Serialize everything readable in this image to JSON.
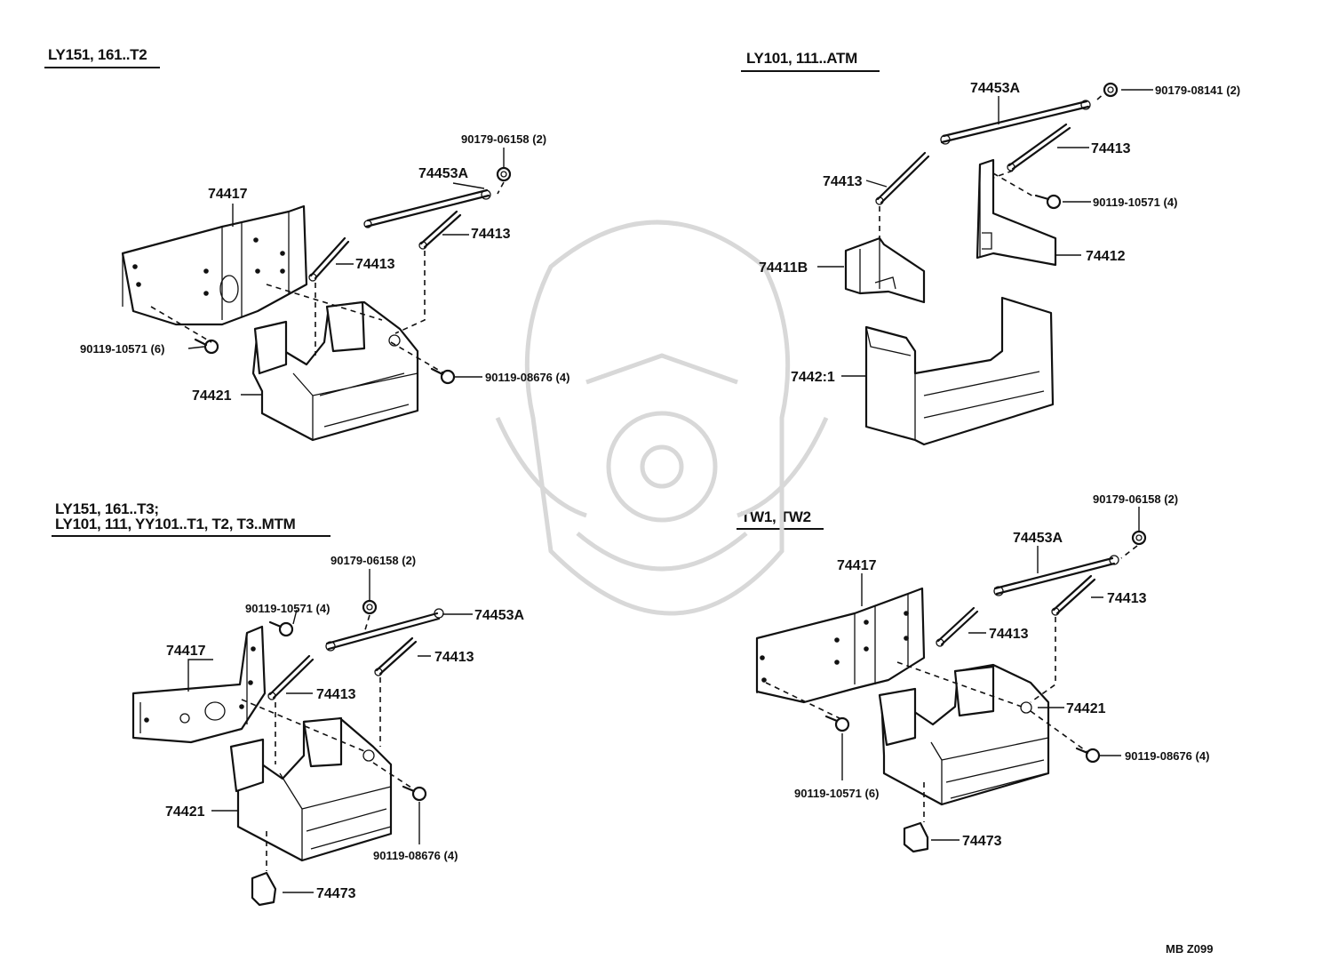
{
  "sections": {
    "top_left": {
      "title_lines": [
        "LY151, 161..T2"
      ]
    },
    "top_right": {
      "title_lines": [
        "LY101, 111..ATM"
      ]
    },
    "bottom_left": {
      "title_lines": [
        "LY151, 161..T3;",
        "LY101, 111, YY101..T1, T2, T3..MTM"
      ]
    },
    "bottom_right": {
      "title_lines": [
        "TW1, TW2"
      ]
    }
  },
  "labels": {
    "tl_90179": "90179-06158 (2)",
    "tl_74453A": "74453A",
    "tl_74417": "74417",
    "tl_74413a": "74413",
    "tl_74413b": "74413",
    "tl_90119_6": "90119-10571 (6)",
    "tl_90119_08676": "90119-08676 (4)",
    "tl_74421": "74421",
    "tr_74453A": "74453A",
    "tr_90179": "90179-08141 (2)",
    "tr_74413a": "74413",
    "tr_74413b": "74413",
    "tr_90119": "90119-10571 (4)",
    "tr_74411B": "74411B",
    "tr_74412": "74412",
    "tr_74421": "7442:1",
    "bl_90179": "90179-06158 (2)",
    "bl_90119_4": "90119-10571 (4)",
    "bl_74453A": "74453A",
    "bl_74417": "74417",
    "bl_74413a": "74413",
    "bl_74413b": "74413",
    "bl_74421": "74421",
    "bl_90119_08676": "90119-08676 (4)",
    "bl_74473": "74473",
    "br_90179": "90179-06158 (2)",
    "br_74453A": "74453A",
    "br_74417": "74417",
    "br_74413a": "74413",
    "br_74413b": "74413",
    "br_74421": "74421",
    "br_90119_08676": "90119-08676 (4)",
    "br_90119_6": "90119-10571 (6)",
    "br_74473": "74473"
  },
  "footer": {
    "code": "MB  Z099"
  }
}
